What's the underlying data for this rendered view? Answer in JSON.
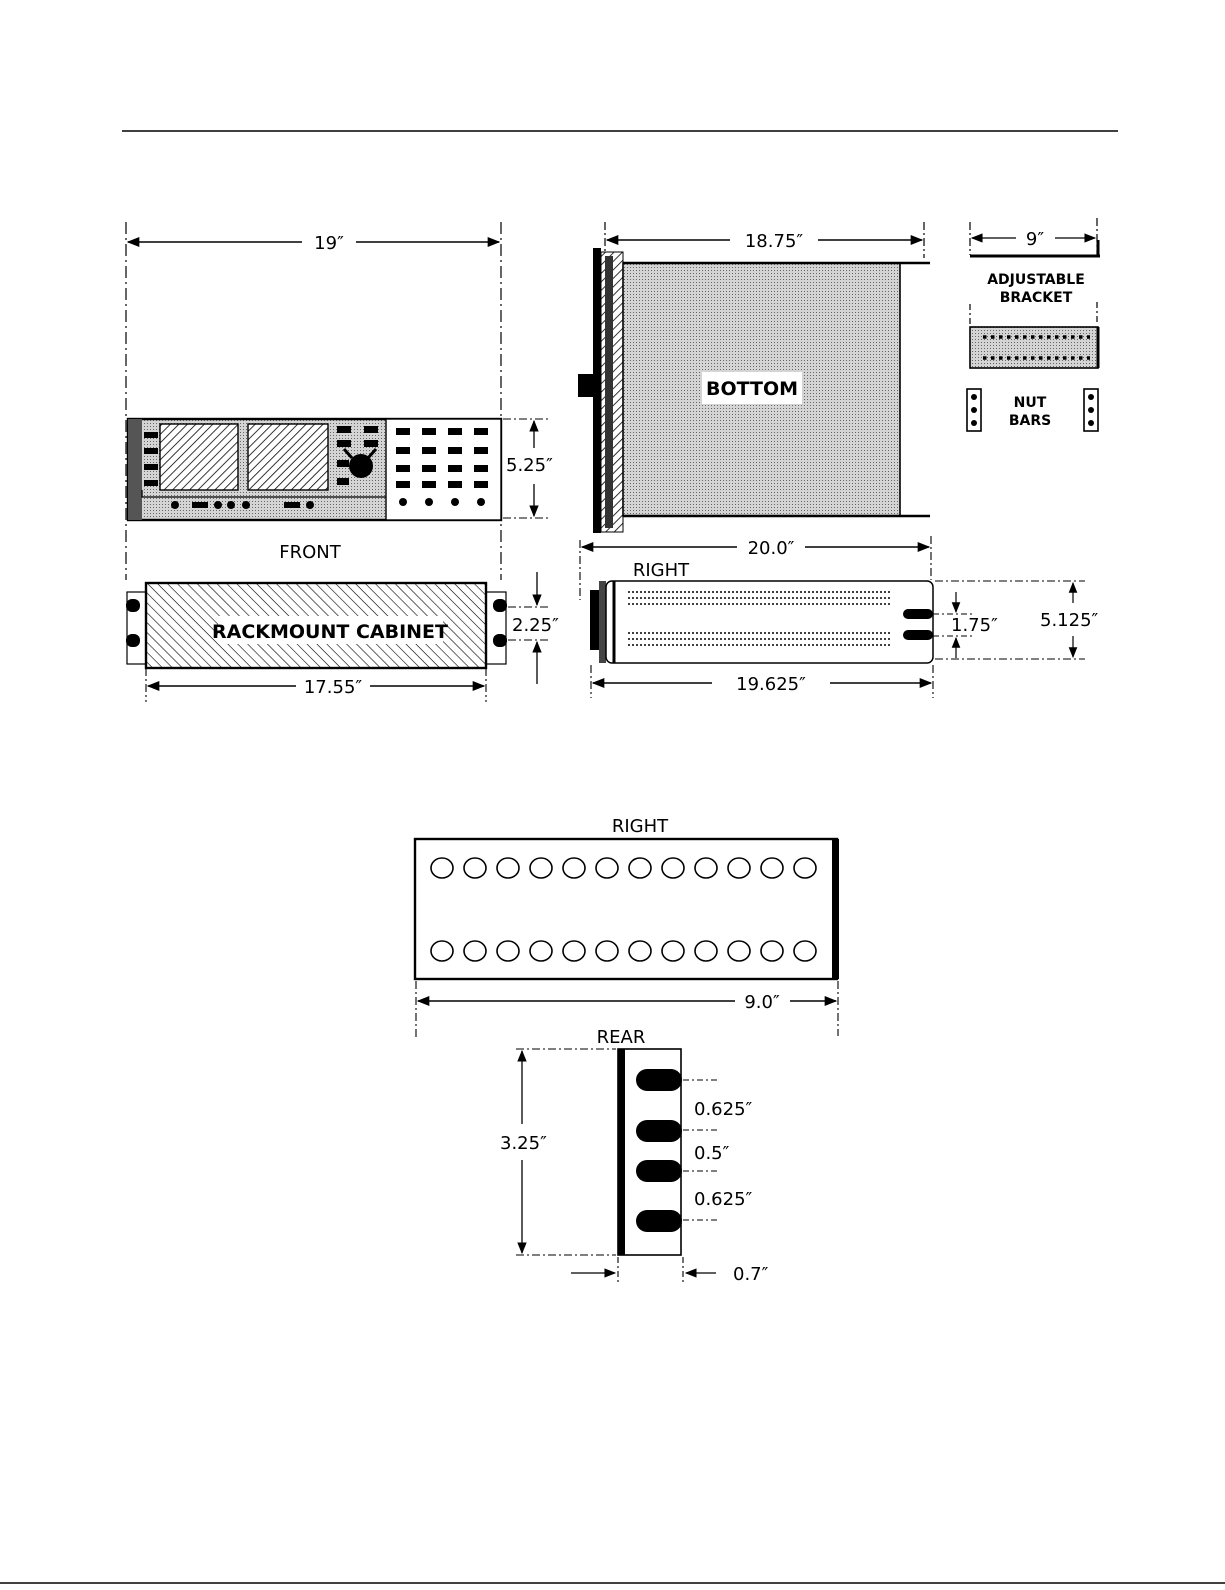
{
  "labels": {
    "front": "FRONT",
    "bottom": "BOTTOM",
    "right_top": "RIGHT",
    "right_bracket": "RIGHT",
    "rear": "REAR",
    "rackmount": "RACKMOUNT CABINET",
    "adjustable_1": "ADJUSTABLE",
    "adjustable_2": "BRACKET",
    "nut_1": "NUT",
    "nut_2": "BARS"
  },
  "dimensions": {
    "front_width": "19″",
    "front_height": "5.25″",
    "bottom_depth": "18.75″",
    "bracket_width": "9″",
    "overall_depth": "20.0″",
    "cabinet_width": "17.55″",
    "cabinet_height": "2.25″",
    "slot_spacing": "1.75″",
    "side_height": "5.125″",
    "side_depth": "19.625″",
    "bracket_length": "9.0″",
    "rear_height": "3.25″",
    "rear_gap_1": "0.625″",
    "rear_gap_2": "0.5″",
    "rear_gap_3": "0.625″",
    "rear_depth": "0.7″"
  }
}
